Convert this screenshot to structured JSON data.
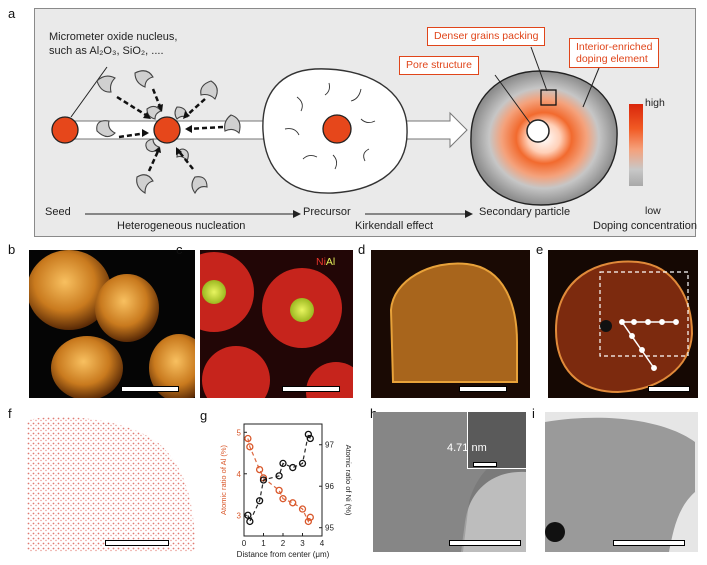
{
  "panels": {
    "a": "a",
    "b": "b",
    "c": "c",
    "d": "d",
    "e": "e",
    "f": "f",
    "g": "g",
    "h": "h",
    "i": "i"
  },
  "scheme": {
    "nucleus_line1": "Micrometer oxide nucleus,",
    "nucleus_line2": "such as Al₂O₃, SiO₂, ....",
    "callout_denser": "Denser grains packing",
    "callout_pore": "Pore structure",
    "callout_interior_1": "Interior-enriched",
    "callout_interior_2": "doping element",
    "colorbar_high": "high",
    "colorbar_low": "low",
    "stage_seed": "Seed",
    "stage_precursor": "Precursor",
    "stage_secondary": "Secondary particle",
    "process_nucleation": "Heterogeneous nucleation",
    "process_kirkendall": "Kirkendall effect",
    "colorbar_title": "Doping concentration",
    "colors": {
      "seed": "#e6471b",
      "accent": "#e0451a",
      "grey": "#b5b5b5"
    }
  },
  "panel_c": {
    "label_ni": "Ni",
    "label_al": "Al"
  },
  "panel_h": {
    "lattice_label": "4.71 nm"
  },
  "chart_data": {
    "type": "scatter",
    "xlabel": "Distance from center (μm)",
    "ylabel_left": "Atomic ratio of Al (%)",
    "ylabel_right": "Atomic ratio of Ni (%)",
    "xlim": [
      0,
      4
    ],
    "ylim_left": [
      2.5,
      5.2
    ],
    "ylim_right": [
      94.8,
      97.5
    ],
    "xticks": [
      "0",
      "1",
      "2",
      "3",
      "4"
    ],
    "yticks_left": [
      "3",
      "4",
      "5"
    ],
    "yticks_right": [
      "95",
      "96",
      "97"
    ],
    "series": [
      {
        "axis": "left",
        "color": "#d9582b",
        "points": [
          [
            0.2,
            4.85
          ],
          [
            0.3,
            4.65
          ],
          [
            0.8,
            4.1
          ],
          [
            1.0,
            3.9
          ],
          [
            1.8,
            3.6
          ],
          [
            2.0,
            3.4
          ],
          [
            2.5,
            3.3
          ],
          [
            3.0,
            3.15
          ],
          [
            3.3,
            2.85
          ],
          [
            3.4,
            2.95
          ]
        ]
      },
      {
        "axis": "right",
        "color": "#111111",
        "points": [
          [
            0.2,
            95.3
          ],
          [
            0.3,
            95.15
          ],
          [
            0.8,
            95.65
          ],
          [
            1.0,
            96.15
          ],
          [
            1.8,
            96.25
          ],
          [
            2.0,
            96.55
          ],
          [
            2.5,
            96.45
          ],
          [
            3.0,
            96.55
          ],
          [
            3.3,
            97.25
          ],
          [
            3.4,
            97.15
          ]
        ]
      }
    ]
  }
}
